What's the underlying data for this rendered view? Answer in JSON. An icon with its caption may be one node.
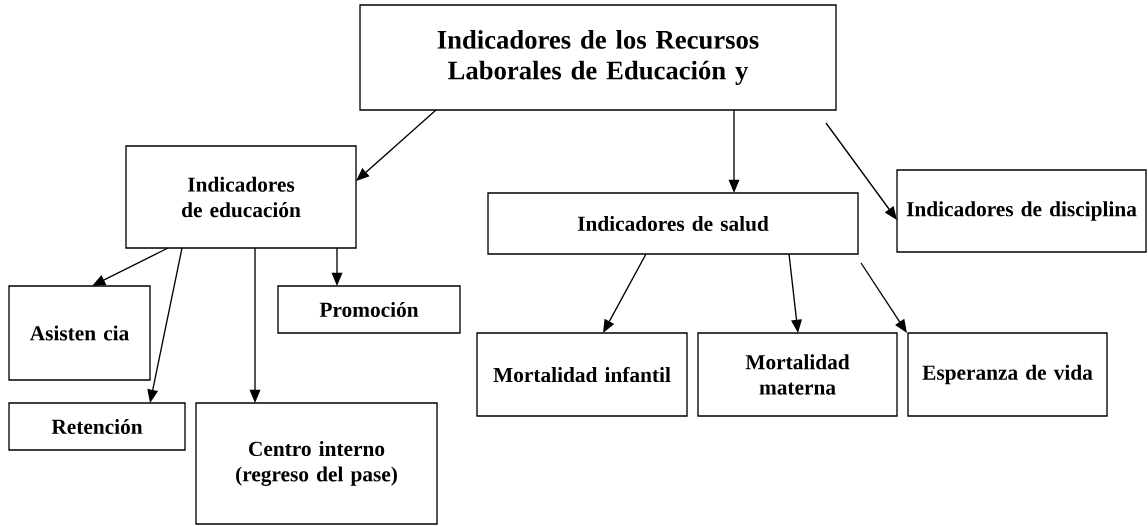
{
  "diagram": {
    "nodes": [
      {
        "text": [
          "Indicadores de los Recursos Laborales de Educación y"
        ]
      },
      {
        "text": [
          "Indicadores de educación"
        ]
      },
      {
        "text": [
          "Indicadores de salud"
        ]
      },
      {
        "text": [
          "Indicadores de disciplina"
        ]
      },
      {
        "text": [
          "Asisten cia"
        ]
      },
      {
        "text": [
          "Promoción"
        ]
      },
      {
        "text": [
          "Retención"
        ]
      },
      {
        "text": [
          "Centro interno (regreso del pase)"
        ]
      },
      {
        "text": [
          "Mortalidad infantil"
        ]
      },
      {
        "text": [
          "Mortalidad materna"
        ]
      },
      {
        "text": [
          "Esperanza de vida"
        ]
      }
    ],
    "edges": [
      {
        "from": 0,
        "to": 1,
        "arrow": "to"
      },
      {
        "from": 0,
        "to": 2,
        "arrow": "to"
      },
      {
        "from": 0,
        "to": 3,
        "arrow": "to"
      },
      {
        "from": 1,
        "to": 4,
        "arrow": "to"
      },
      {
        "from": 1,
        "to": 6,
        "arrow": "to"
      },
      {
        "from": 1,
        "to": 7,
        "arrow": "to"
      },
      {
        "from": 1,
        "to": 5,
        "arrow": "to"
      },
      {
        "from": 2,
        "to": 8,
        "arrow": "to"
      },
      {
        "from": 2,
        "to": 9,
        "arrow": "to"
      },
      {
        "from": 2,
        "to": 10,
        "arrow": "to"
      }
    ]
  }
}
